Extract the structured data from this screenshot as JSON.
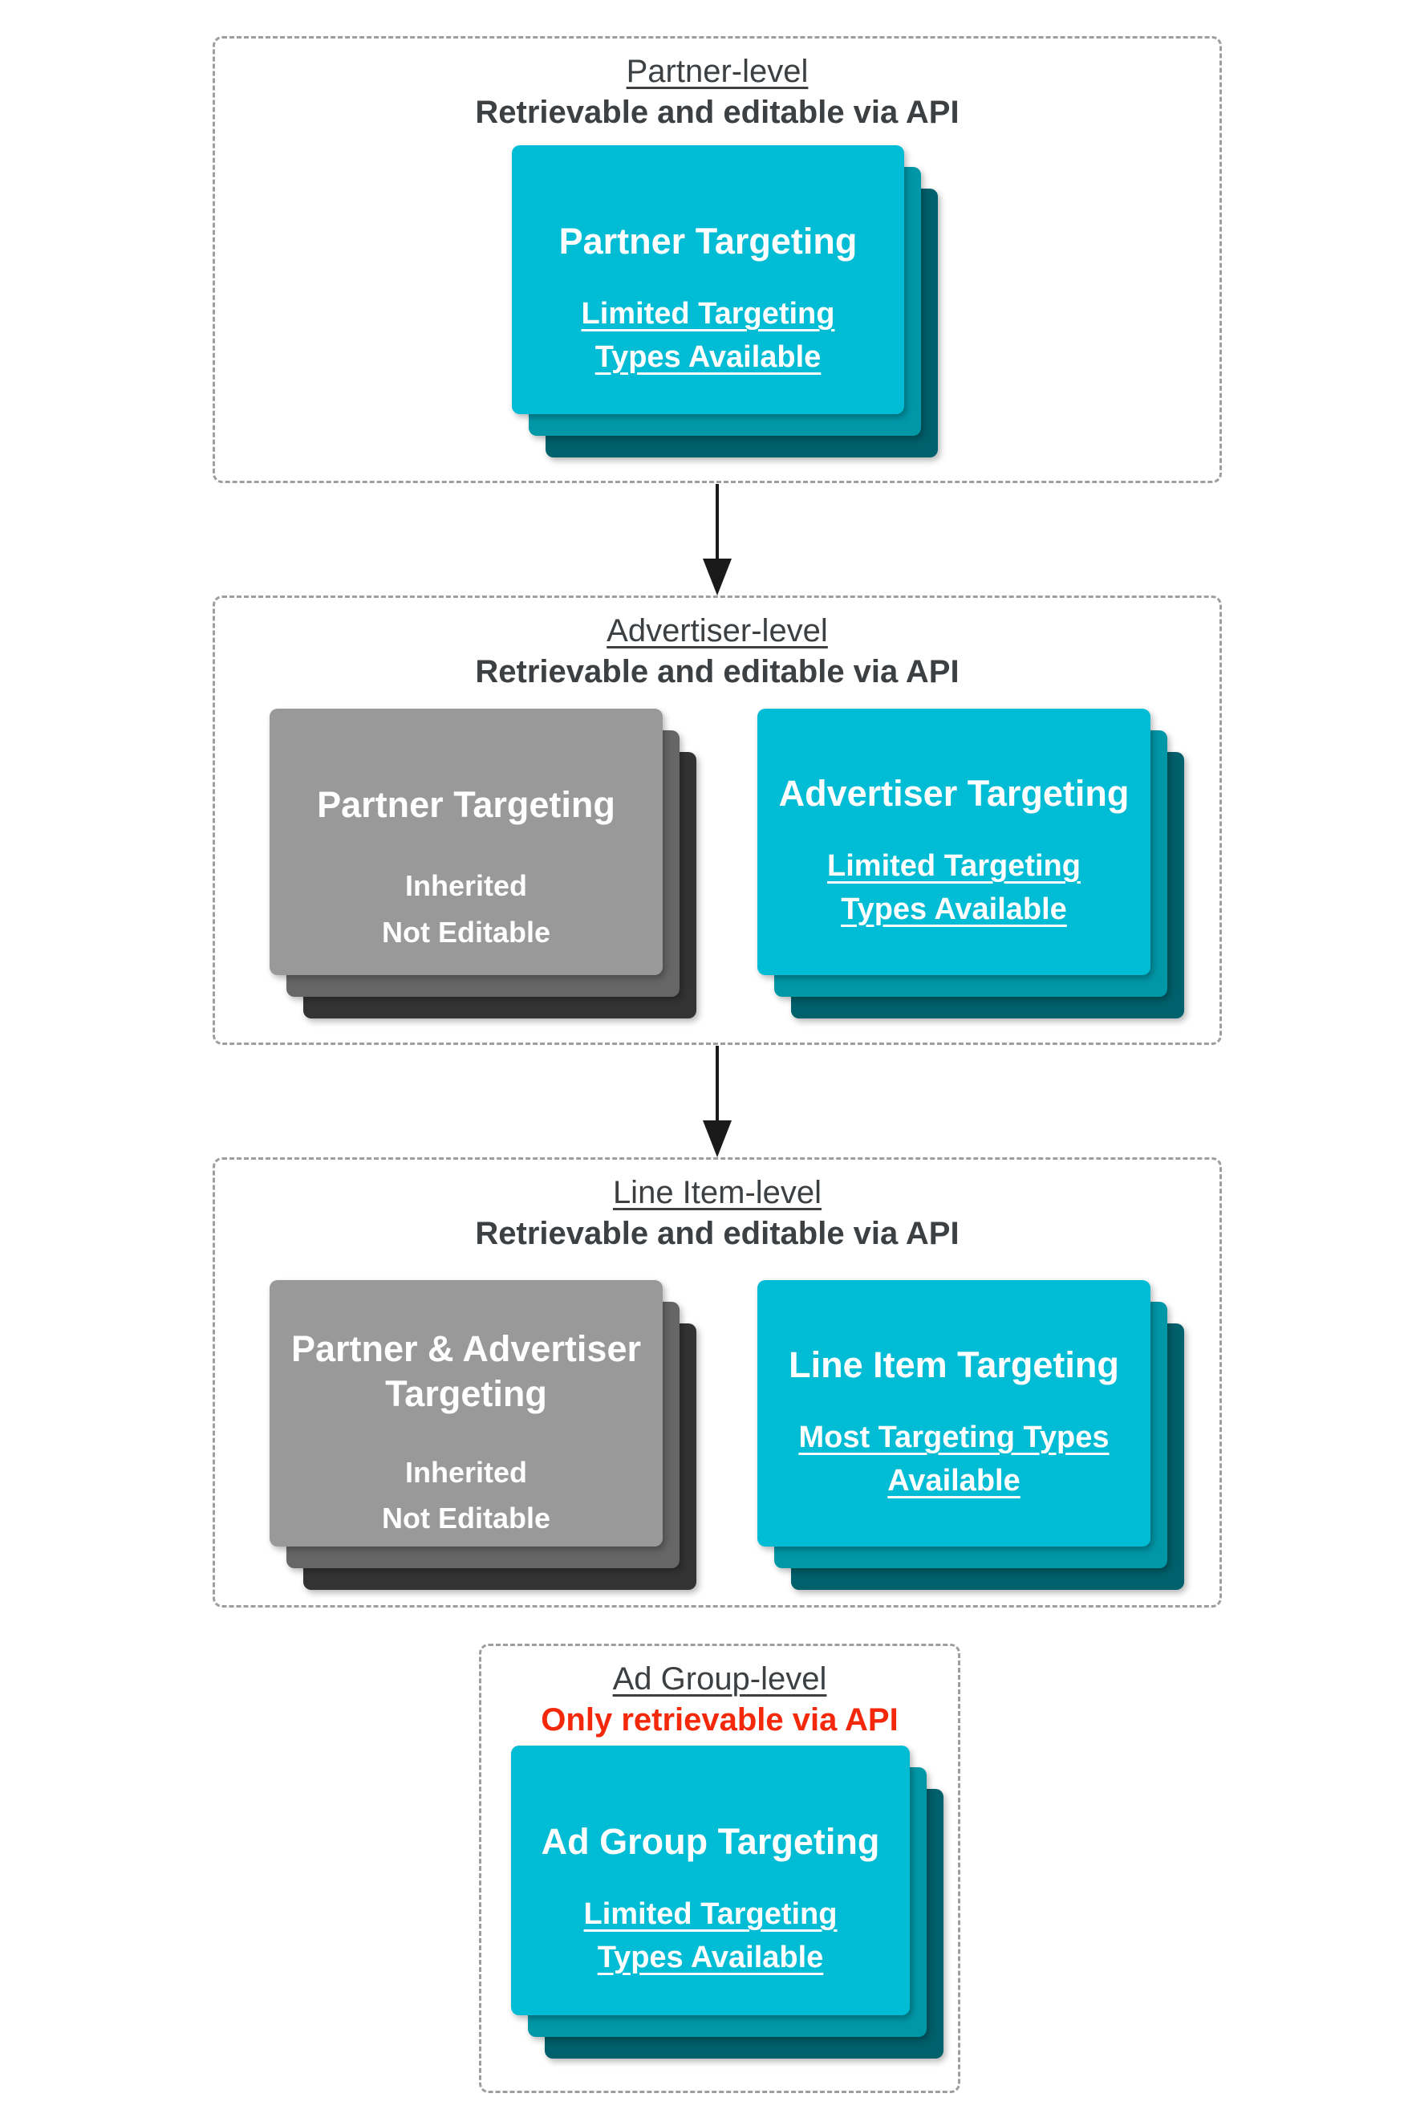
{
  "sections": [
    {
      "id": "partner-level",
      "title": "Partner-level",
      "subtitle": "Retrievable and editable via API",
      "cards": [
        {
          "style": "cyan",
          "title": "Partner Targeting",
          "subtitle": "Limited Targeting Types Available"
        }
      ]
    },
    {
      "id": "advertiser-level",
      "title": "Advertiser-level",
      "subtitle": "Retrievable and editable via API",
      "cards": [
        {
          "style": "gray",
          "title": "Partner Targeting",
          "info": "Inherited\nNot Editable"
        },
        {
          "style": "cyan",
          "title": "Advertiser Targeting",
          "subtitle": "Limited Targeting Types Available"
        }
      ]
    },
    {
      "id": "line-item-level",
      "title": "Line Item-level",
      "subtitle": "Retrievable and editable via API",
      "cards": [
        {
          "style": "gray",
          "title": "Partner & Advertiser Targeting",
          "info": "Inherited\nNot Editable"
        },
        {
          "style": "cyan",
          "title": "Line Item Targeting",
          "subtitle": "Most Targeting Types Available"
        }
      ]
    },
    {
      "id": "ad-group-level",
      "title": "Ad Group-level",
      "subtitle": "Only retrievable via API",
      "cards": [
        {
          "style": "cyan",
          "title": "Ad Group Targeting",
          "subtitle": "Limited Targeting Types Available"
        }
      ]
    }
  ],
  "colors": {
    "heading_gray": "#3c4043",
    "alert_red": "#f4290c",
    "cyan_front": "#00bcd4",
    "cyan_mid": "#0097a7",
    "cyan_back": "#00606b",
    "gray_front": "#999999",
    "gray_mid": "#666666",
    "gray_back": "#333333",
    "dashed_border": "#9e9e9e",
    "arrow_black": "#1a1a1a",
    "card_text_white": "#ffffff"
  }
}
